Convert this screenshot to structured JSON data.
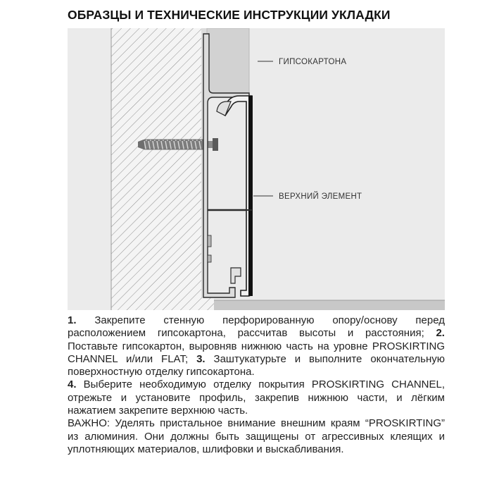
{
  "title": "ОБРАЗЦЫ И ТЕХНИЧЕСКИЕ ИНСТРУКЦИИ УКЛАДКИ",
  "diagram": {
    "label_drywall": "ГИПСОКАРТОНА",
    "label_top_element": "ВЕРХНИЙ ЭЛЕМЕНТ",
    "colors": {
      "background": "#ebebeb",
      "drywall": "#d4d4d4",
      "wall_hatch": "#9a9a9a",
      "profile_fill": "#f2f2f2",
      "profile_stroke": "#2b2b2b",
      "floor": "#c9c9c9"
    }
  },
  "instructions": {
    "step1_num": "1.",
    "step1_text": " Закрепите стенную перфорированную опору/основу перед расположением гипсокартона, рассчитав высоты и расстояния;",
    "step2_num": "2.",
    "step2_text": " Поставьте гипсокартон, выровняв нижнюю часть на уровне PROSKIRTING CHANNEL и/или FLAT;",
    "step3_num": "3.",
    "step3_text": " Заштукатурьте и выполните окончательную поверхностную отделку гипсокартона.",
    "step4_num": "4.",
    "step4_text": " Выберите необходимую отделку покрытия PROSKIRTING CHANNEL, отрежьте и установите профиль, закрепив нижнюю части, и лёгким нажатием закрепите верхнюю часть.",
    "important_text": "ВАЖНО: Уделять пристальное внимание внешним краям “PROSKIRTING” из алюминия. Они должны быть защищены от агрессивных клеящих и уплотняющих материалов, шлифовки и выскабливания."
  }
}
